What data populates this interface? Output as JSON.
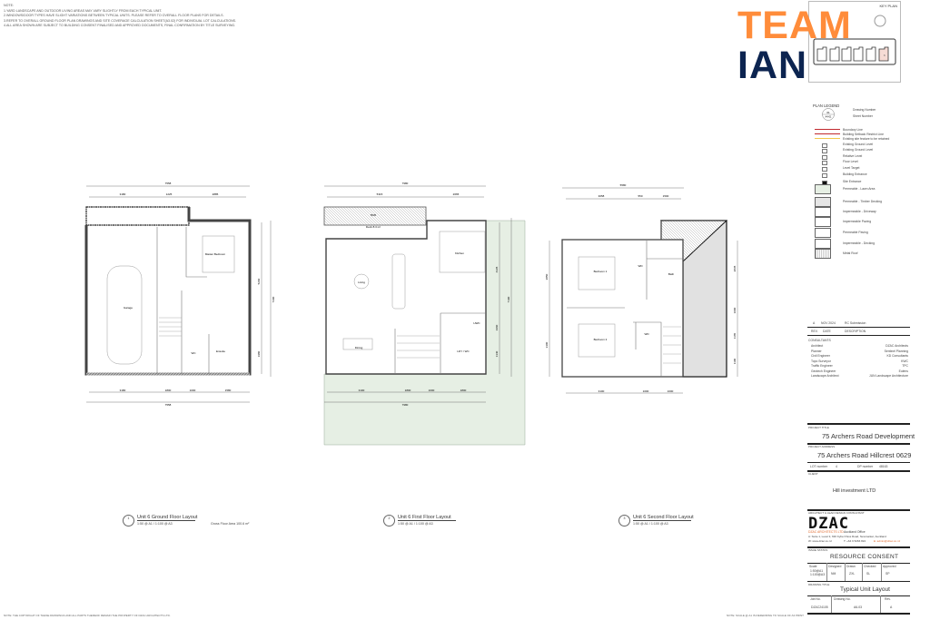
{
  "notes": {
    "heading": "NOTE:",
    "lines": [
      "1.YARD LANDSCAPE AND OUTDOOR LIVING AREAS MAY VARY SLIGHTLY FROM EACH TYPICAL UNIT.",
      "2.WINDOWS/DOOR TYPES HAVE SLIGHT VARIATIONS BETWEEN TYPICAL UNITS. PLEASE REFER TO OVERALL FLOOR PLANS FOR DETAILS.",
      "3.REFER TO OVERALL GROUND FLOOR PLAN DRAWINGS AND SITE COVERAGE CALCULATION SHEET(A3.02) FOR INDIVIDUAL LOT CALCULATIONS.",
      "4.ALL AREA SHOWN ARE SUBJECT TO BUILDING CONSENT FINALISED AND APPROVED DOCUMENTS, FINAL CONFIRMATION BY TITLE SURVEYING."
    ]
  },
  "brand": {
    "part1": "TEAM",
    "part2": "IAN",
    "color1": "#ff8c3a",
    "color2": "#0c2450"
  },
  "key_plan": {
    "title": "KEY PLAN",
    "highlighted_unit": "6"
  },
  "legend": {
    "title": "PLAN LEGEND",
    "symbol_top": "01",
    "symbol_bottom": "A4-01",
    "drawing_number": "Drawing Number",
    "sheet_number": "Sheet Number",
    "items": [
      "Boundary Line",
      "Building Setback Restrict Line",
      "Existing site feature to be retained",
      "Existing Ground Level",
      "Existing Ground Level",
      "Relative Level",
      "Floor Level",
      "Level Target",
      "Building Entrance",
      "Site Entrance",
      "Permeable - Lawn Area",
      "Permeable - Timber Decking",
      "Impermeable - Driveway",
      "Impermeable Paving",
      "Permeable Paving",
      "Impermeable - Decking",
      "Metal Roof"
    ]
  },
  "revisions": {
    "rows": [
      {
        "rev": "A",
        "date": "NOV 2024",
        "description": "RC Submission"
      }
    ],
    "headers": [
      "REV.",
      "DATE",
      "DESCRIPTION"
    ]
  },
  "consultants": {
    "title": "CONSULTANTS",
    "rows": [
      [
        "Architect",
        "DZAC Architects"
      ],
      [
        "Planner",
        "Sentinel Planning"
      ],
      [
        "Civil Engineer",
        "KD Consultants"
      ],
      [
        "Topo Surveyor",
        "KWC"
      ],
      [
        "Traffic Engineer",
        "TPC"
      ],
      [
        "Geotech Engineer",
        "Eulens"
      ],
      [
        "Landscape Architect",
        "JUN Landscape Architecture"
      ]
    ]
  },
  "project": {
    "title_label": "PROJECT TITLE",
    "title": "75 Archers Road Development",
    "address_label": "PROJECT ADDRESS",
    "address": "75 Archers Road Hillcrest 0629",
    "lot_label": "LOT number",
    "lot": "4",
    "dp_label": "DP number",
    "dp": "48163",
    "client_label": "CLIENT",
    "client": "Hill investment LTD"
  },
  "architect": {
    "label": "ARCHITECT & LEAD DESIGN CONSULTANT",
    "logo": "DZAC",
    "company": "DZAC ARCHITECTS LTD",
    "office": "Auckland Office",
    "address": "A: Suite 1, Level 3, 630 Kyber Pass Road, Newmarket, Auckland",
    "web": "W: www.dzac.co.nz",
    "phone": "T: +64 9 5266 824",
    "email": "E: admin@dzac.co.nz"
  },
  "issue": {
    "label": "ISSUE STATUS",
    "status": "RESOURCE CONSENT"
  },
  "sign_table": {
    "headers": [
      "Scale",
      "Designed",
      "Drawn",
      "Checked",
      "Approved"
    ],
    "values": [
      "1:50@A1\n1:100@A3",
      "NM",
      "ZXL",
      "SL",
      "SP"
    ]
  },
  "drawing": {
    "title_label": "DRAWING TITLE",
    "title": "Typical Unit Layout",
    "job_label": "Job No.",
    "job": "DZAC24105",
    "number_label": "Drawing No.",
    "number": "A6-03",
    "rev_label": "Rev.",
    "rev": "A"
  },
  "plans": [
    {
      "num": "1",
      "title": "Unit 6 Ground Floor Layout",
      "scale": "1:50 @ A1 / 1:100 @ A3",
      "extra": "Gross Floor Area 100.6 m²",
      "rooms": [
        "Garage",
        "Master Bedroom",
        "Ensuite",
        "WC"
      ],
      "dims_top": [
        "7558",
        "3180",
        "1225",
        "2885"
      ],
      "dims_bottom": [
        "3180",
        "1800",
        "1000",
        "1580",
        "7558"
      ],
      "dims_right": [
        "5260",
        "1980",
        "7290"
      ]
    },
    {
      "num": "2",
      "title": "Unit 6 First Floor Layout",
      "scale": "1:50 @ A1 / 1:100 @ A3",
      "rooms": [
        "Deck 8.3 m²",
        "Kitchen",
        "Living",
        "Dining",
        "HWC",
        "LDY / WC"
      ],
      "deck_dim": "5535",
      "dims_top": [
        "7980",
        "5315",
        "2665"
      ],
      "dims_bottom": [
        "3100",
        "1800",
        "1000",
        "1800",
        "7980"
      ],
      "dims_right": [
        "4335",
        "1960",
        "1340",
        "7190"
      ]
    },
    {
      "num": "3",
      "title": "Unit 6 Second Floor Layout",
      "scale": "1:50 @ A1 / 1:100 @ A3",
      "rooms": [
        "Bedroom 1",
        "Bedroom 2",
        "WD",
        "WD",
        "Bath"
      ],
      "dims_top": [
        "5580",
        "3058",
        "550",
        "1500"
      ],
      "dims_bottom": [
        "3100",
        "1000",
        "1000"
      ],
      "dims_left": [
        "3850",
        "3300"
      ],
      "dims_right": [
        "2835",
        "1000",
        "1165",
        "1100"
      ]
    }
  ],
  "footer": {
    "left": "NOTE: THE COPYRIGHT OF THESE DRAWINGS AND ALL PARTS THEREOF REMAIN THE PROPERTY OF DZAC ARCHITECTS LTD.",
    "right": "NOTE: SCALE @ A1 IS REFERRING TO SCALE OF A3 PRINT"
  },
  "colors": {
    "lawn": "#e6efe4",
    "boundary": "#c0282d",
    "highlight": "#f6dcd5"
  }
}
